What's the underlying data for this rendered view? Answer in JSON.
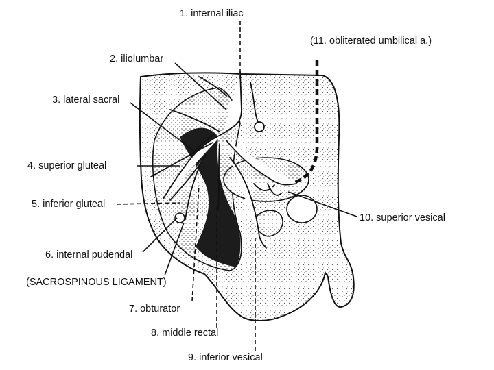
{
  "labels": {
    "internal_iliac": "1. internal iliac",
    "iliolumbar": "2. iliolumbar",
    "lateral_sacral": "3. lateral sacral",
    "superior_gluteal": "4. superior gluteal",
    "inferior_gluteal": "5. inferior gluteal",
    "internal_pudendal": "6. internal pudendal",
    "sacrospinous_ligament": "(SACROSPINOUS LIGAMENT)",
    "obturator": "7. obturator",
    "middle_rectal": "8. middle rectal",
    "inferior_vesical": "9. inferior vesical",
    "superior_vesical": "10. superior vesical",
    "obliterated_umbilical": "(11. obliterated umbilical a.)"
  },
  "colors": {
    "ink": "#111111",
    "stipple": "#555555",
    "dark_region": "#1c1c1c",
    "background": "#ffffff"
  }
}
